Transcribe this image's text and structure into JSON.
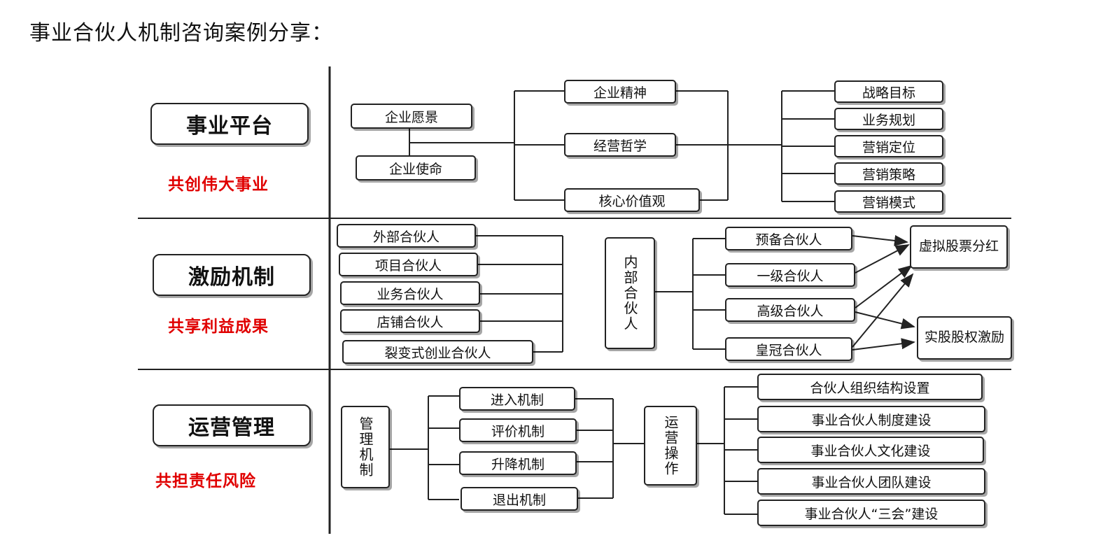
{
  "title": "事业合伙人机制咨询案例分享：",
  "sections": [
    {
      "label": "事业平台",
      "slogan": "共创伟大事业"
    },
    {
      "label": "激励机制",
      "slogan": "共享利益成果"
    },
    {
      "label": "运营管理",
      "slogan": "共担责任风险"
    }
  ],
  "platform": {
    "vision": "企业愿景",
    "mission": "企业使命",
    "mid": [
      "企业精神",
      "经营哲学",
      "核心价值观"
    ],
    "right": [
      "战略目标",
      "业务规划",
      "营销定位",
      "营销策略",
      "营销模式"
    ]
  },
  "incentive": {
    "external": [
      "外部合伙人",
      "项目合伙人",
      "业务合伙人",
      "店铺合伙人",
      "裂变式创业合伙人"
    ],
    "internal": "内部合伙人",
    "levels": [
      "预备合伙人",
      "一级合伙人",
      "高级合伙人",
      "皇冠合伙人"
    ],
    "rewards": [
      "虚拟股票分红",
      "实股股权激励"
    ]
  },
  "operations": {
    "mgmt": "管理机制",
    "mechanisms": [
      "进入机制",
      "评价机制",
      "升降机制",
      "退出机制"
    ],
    "ops": "运营操作",
    "items": [
      "合伙人组织结构设置",
      "事业合伙人制度建设",
      "事业合伙人文化建设",
      "事业合伙人团队建设",
      "事业合伙人“三会”建设"
    ]
  }
}
